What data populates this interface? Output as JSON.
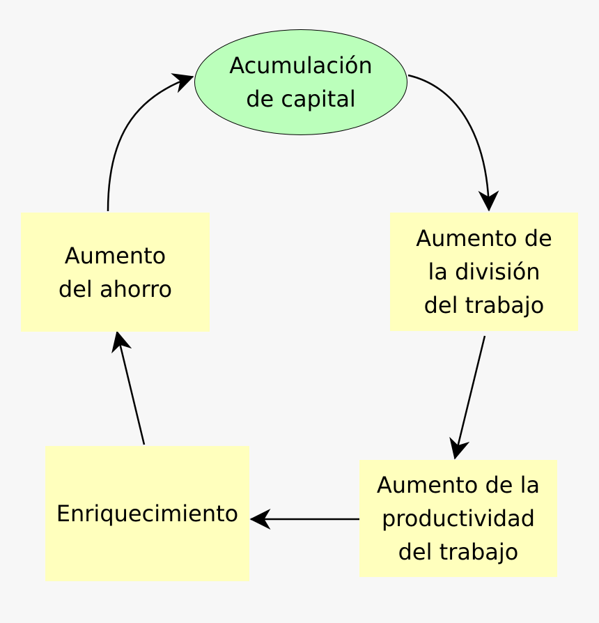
{
  "nodes": {
    "capital": {
      "line1": "Acumulación",
      "line2": "de capital"
    },
    "division": {
      "line1": "Aumento de",
      "line2": "la división",
      "line3": "del trabajo"
    },
    "productividad": {
      "line1": "Aumento de la",
      "line2": "productividad",
      "line3": "del trabajo"
    },
    "enriquecimiento": {
      "line1": "Enriquecimiento"
    },
    "ahorro": {
      "line1": "Aumento",
      "line2": "del ahorro"
    }
  },
  "colors": {
    "background": "#f7f7f7",
    "ellipse_fill": "#bbffbb",
    "box_fill": "#ffffbd",
    "arrow": "#000000"
  }
}
